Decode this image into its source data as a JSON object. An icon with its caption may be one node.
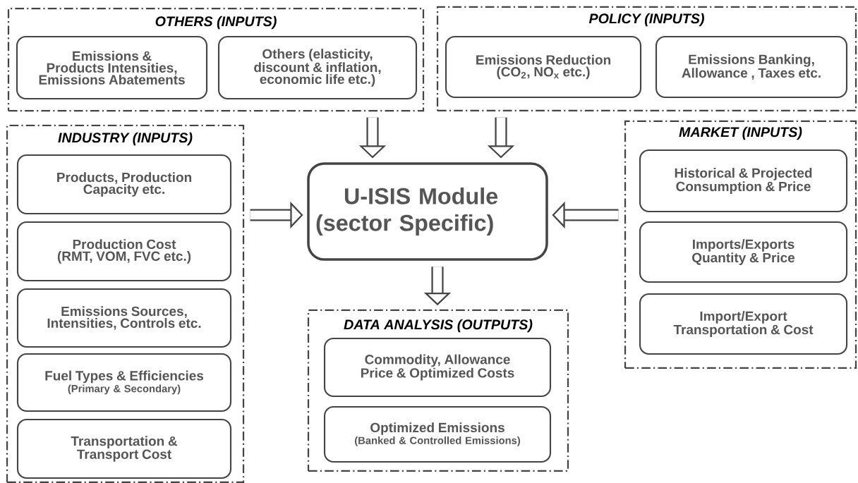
{
  "diagram": {
    "nodes": [
      {
        "text": [
          "OTHERS (INPUTS)"
        ]
      },
      {
        "text": [
          "Emissions & Products Intensities, Emissions Abatements"
        ],
        "in": 0
      },
      {
        "text": [
          "Others (elasticity, discount & inflation, economic life etc.)"
        ],
        "in": 0
      },
      {
        "text": [
          "POLICY (INPUTS)"
        ]
      },
      {
        "text": [
          "Emissions Reduction (CO$_{2}$, NO$_{x}$ etc.)"
        ],
        "in": 3
      },
      {
        "text": [
          "Emissions Banking, Allowance , Taxes etc."
        ],
        "in": 3
      },
      {
        "text": [
          "INDUSTRY (INPUTS)"
        ]
      },
      {
        "text": [
          "Products, Production Capacity etc."
        ],
        "in": 6
      },
      {
        "text": [
          "Production Cost (RMT, VOM, FVC etc.)"
        ],
        "in": 6
      },
      {
        "text": [
          "Emissions Sources, Intensities, Controls etc."
        ],
        "in": 6
      },
      {
        "text": [
          "Fuel Types & Efficiencies",
          "(Primary & Secondary)"
        ],
        "in": 6
      },
      {
        "text": [
          "Transportation & Transport Cost"
        ],
        "in": 6
      },
      {
        "text": [
          "U-ISIS Module (sector Specific)"
        ]
      },
      {
        "text": [
          "MARKET (INPUTS)"
        ]
      },
      {
        "text": [
          "Historical & Projected Consumption & Price"
        ],
        "in": 13
      },
      {
        "text": [
          "Imports/Exports Quantity & Price"
        ],
        "in": 13
      },
      {
        "text": [
          "Import/Export Transportation & Cost"
        ],
        "in": 13
      },
      {
        "text": [
          "DATA ANALYSIS (OUTPUTS)"
        ]
      },
      {
        "text": [
          "Commodity, Allowance Price & Optimized Costs"
        ],
        "in": 17
      },
      {
        "text": [
          "Optimized Emissions",
          "(Banked & Controlled Emissions)"
        ],
        "in": 17
      }
    ],
    "edges": [
      {
        "from": 0,
        "to": 12,
        "arrow": "to"
      },
      {
        "from": 3,
        "to": 12,
        "arrow": "to"
      },
      {
        "from": 6,
        "to": 12,
        "arrow": "to"
      },
      {
        "from": 13,
        "to": 12,
        "arrow": "to"
      },
      {
        "from": 12,
        "to": 17,
        "arrow": "to"
      }
    ]
  }
}
